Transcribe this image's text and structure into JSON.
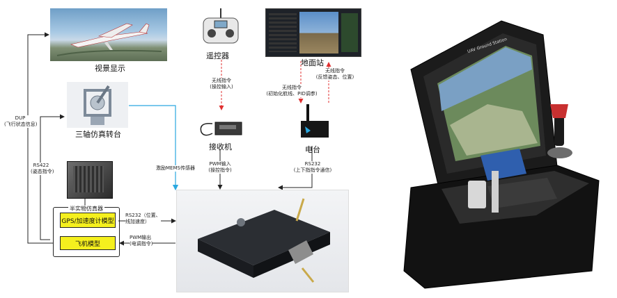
{
  "nodes": {
    "visual_display": "视景显示",
    "remote_controller": "遥控器",
    "ground_station": "地面站",
    "turntable": "三轴仿真转台",
    "receiver": "接收机",
    "radio": "电台",
    "hil_simulator": "半实物仿真器",
    "gps_model": "GPS/加速度计模型",
    "aircraft_model": "飞机模型"
  },
  "edges": {
    "dup": [
      "DUP",
      "(飞行状态信息)"
    ],
    "rs422": [
      "RS422",
      "(姿态指令)"
    ],
    "wireless_rc": [
      "无线指令",
      "(操控输入)"
    ],
    "wireless_gs_down": [
      "无线指令",
      "(初始化航线、PID调参)"
    ],
    "wireless_gs_up": [
      "无线指令",
      "(反馈姿态、位置)"
    ],
    "mems": "激励MEMS传感器",
    "pwm_in": [
      "PWM输入",
      "(操控指令)"
    ],
    "rs232_radio": [
      "RS232",
      "(上下指指令通信)"
    ],
    "rs232_gps": [
      "RS232（位置、",
      "线加速度）"
    ],
    "pwm_out": [
      "PWM输出",
      "(电调指令)"
    ]
  },
  "gcs_device": {
    "screen_title": "UAV Ground Station"
  },
  "colors": {
    "red_dashed": "#e03030",
    "blue_line": "#2aa8e0",
    "yellow_box": "#f5f01e"
  }
}
